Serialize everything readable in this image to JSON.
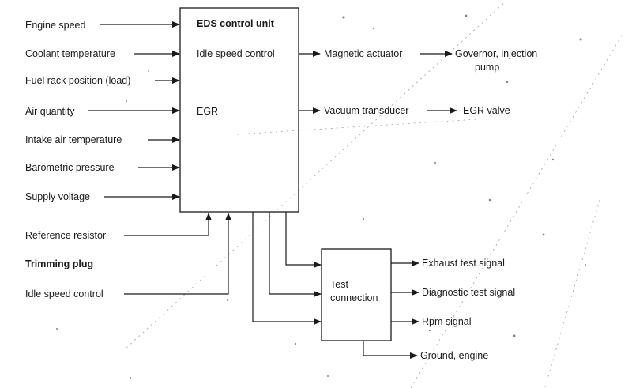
{
  "inputs": {
    "engine_speed": "Engine speed",
    "coolant_temperature": "Coolant temperature",
    "fuel_rack_position": "Fuel rack position (load)",
    "air_quantity": "Air quantity",
    "intake_air_temperature": "Intake air temperature",
    "barometric_pressure": "Barometric pressure",
    "supply_voltage": "Supply voltage",
    "reference_resistor": "Reference resistor",
    "trimming_plug": "Trimming plug",
    "idle_speed_control": "Idle speed control"
  },
  "control_unit": {
    "title": "EDS control unit",
    "idle_speed_control": "Idle speed control",
    "egr": "EGR"
  },
  "outputs": {
    "magnetic_actuator": "Magnetic actuator",
    "governor_line1": "Governor, injection",
    "governor_line2": "pump",
    "vacuum_transducer": "Vacuum transducer",
    "egr_valve": "EGR valve"
  },
  "test_connection": {
    "line1": "Test",
    "line2": "connection"
  },
  "signals": {
    "exhaust_test_signal": "Exhaust test signal",
    "diagnostic_test_signal": "Diagnostic test signal",
    "rpm_signal": "Rpm signal",
    "ground_engine": "Ground, engine"
  }
}
